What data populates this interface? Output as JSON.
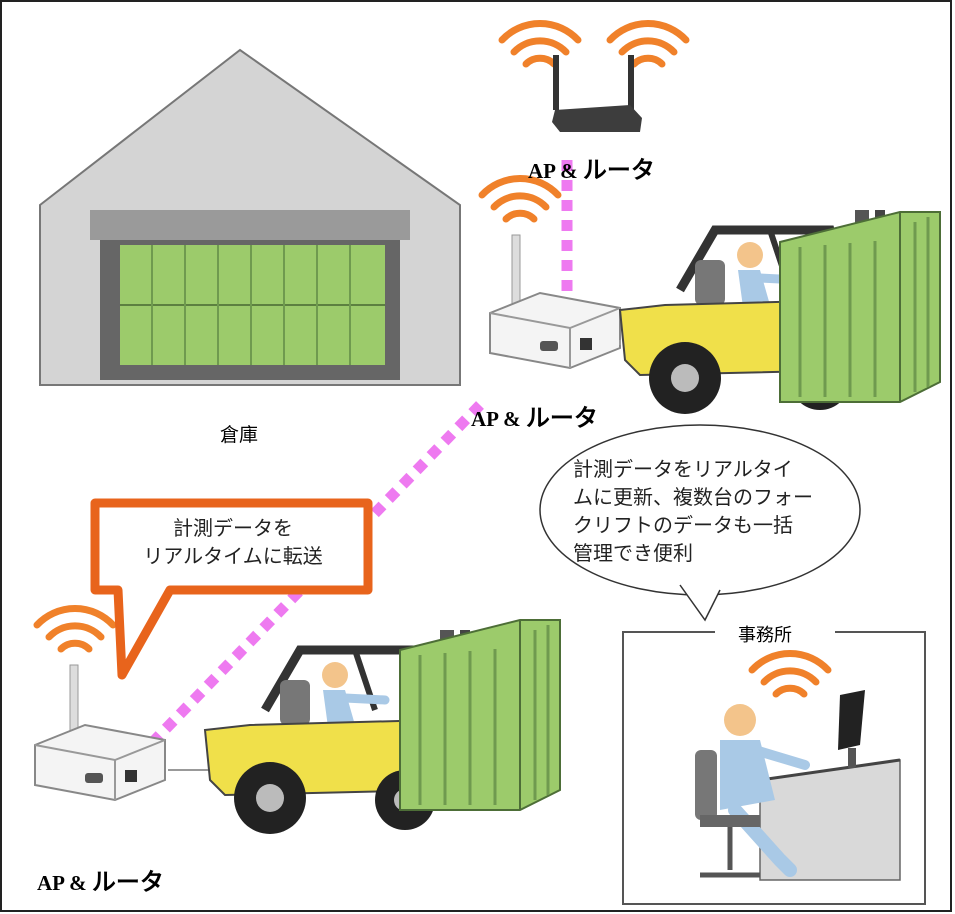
{
  "labels": {
    "ap_router_top": {
      "latin": "AP &",
      "jp": "ルータ"
    },
    "ap_router_middle": {
      "latin": "AP &",
      "jp": "ルータ"
    },
    "ap_router_bottom": {
      "latin": "AP &",
      "jp": "ルータ"
    },
    "warehouse": "倉庫",
    "office": "事務所"
  },
  "callouts": {
    "transfer": [
      "計測データを",
      "リアルタイムに転送"
    ],
    "office_note": [
      "計測データをリアルタイ",
      "ムに更新、複数台のフォー",
      "クリフトのデータも一括",
      "管理でき便利"
    ]
  },
  "colors": {
    "wifi": "#f0812a",
    "link": "#ee7af0",
    "container": "#9ccb6b",
    "forklift": "#f0e04a",
    "callout_border": "#e8641c",
    "warehouse": "#c9c9c9"
  }
}
